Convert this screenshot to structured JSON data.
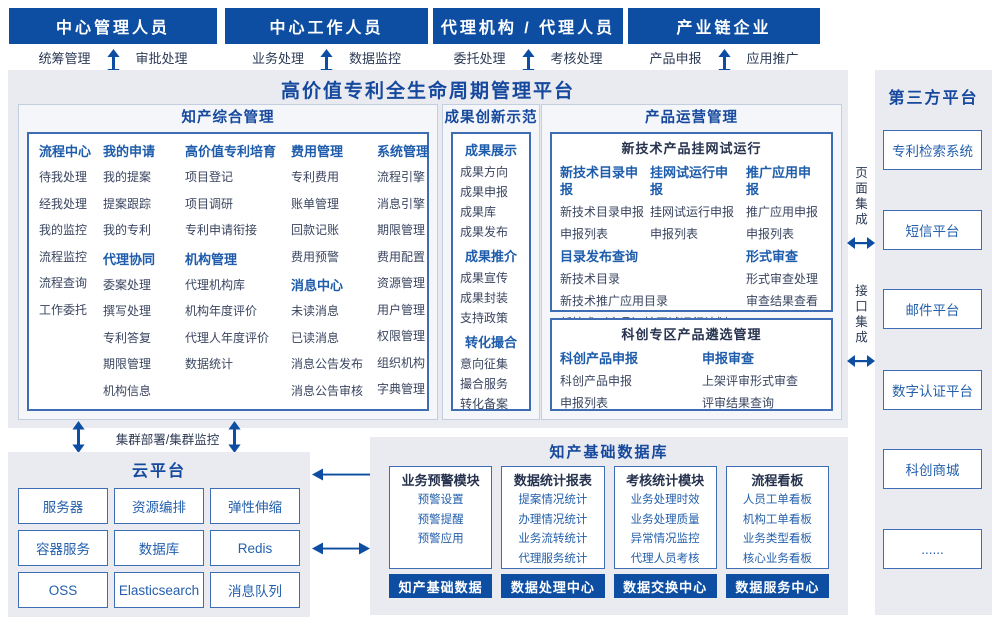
{
  "top_roles": [
    {
      "title": "中心管理人员",
      "left": "统筹管理",
      "right": "审批处理"
    },
    {
      "title": "中心工作人员",
      "left": "业务处理",
      "right": "数据监控"
    },
    {
      "title": "代理机构 / 代理人员",
      "left": "委托处理",
      "right": "考核处理"
    },
    {
      "title": "产业链企业",
      "left": "产品申报",
      "right": "应用推广"
    }
  ],
  "platform_title": "高价值专利全生命周期管理平台",
  "ip_management": {
    "title": "知产综合管理",
    "columns": [
      {
        "groups": [
          {
            "header": "流程中心",
            "items": [
              "待我处理",
              "经我处理",
              "我的监控",
              "流程监控",
              "流程查询",
              "工作委托"
            ]
          }
        ]
      },
      {
        "groups": [
          {
            "header": "我的申请",
            "items": [
              "我的提案",
              "提案跟踪",
              "我的专利"
            ]
          },
          {
            "header": "代理协同",
            "items": [
              "委案处理",
              "撰写处理",
              "专利答复",
              "期限管理",
              "机构信息"
            ]
          }
        ]
      },
      {
        "groups": [
          {
            "header": "高价值专利培育",
            "items": [
              "项目登记",
              "项目调研",
              "专利申请衔接"
            ]
          },
          {
            "header": "机构管理",
            "items": [
              "代理机构库",
              "机构年度评价",
              "代理人年度评价",
              "数据统计"
            ]
          }
        ]
      },
      {
        "groups": [
          {
            "header": "费用管理",
            "items": [
              "专利费用",
              "账单管理",
              "回款记账",
              "费用预警"
            ]
          },
          {
            "header": "消息中心",
            "items": [
              "未读消息",
              "已读消息",
              "消息公告发布",
              "消息公告审核"
            ]
          }
        ]
      },
      {
        "groups": [
          {
            "header": "系统管理",
            "items": [
              "流程引擎",
              "消息引擎",
              "期限管理",
              "费用配置",
              "资源管理",
              "用户管理",
              "权限管理",
              "组织机构",
              "字典管理"
            ]
          }
        ]
      }
    ]
  },
  "achievement": {
    "title": "成果创新示范",
    "groups": [
      {
        "header": "成果展示",
        "items": [
          "成果方向",
          "成果申报",
          "成果库",
          "成果发布"
        ]
      },
      {
        "header": "成果推介",
        "items": [
          "成果宣传",
          "成果封装",
          "支持政策"
        ]
      },
      {
        "header": "转化撮合",
        "items": [
          "意向征集",
          "撮合服务",
          "转化备案"
        ]
      }
    ]
  },
  "product_ops": {
    "title": "产品运营管理",
    "sub_boxes": [
      {
        "title": "新技术产品挂网试运行",
        "groups": [
          {
            "header": "新技术目录申报",
            "items": [
              "新技术目录申报",
              "申报列表"
            ],
            "area": "a"
          },
          {
            "header": "挂网试运行申报",
            "items": [
              "挂网试运行申报",
              "申报列表"
            ],
            "area": "b"
          },
          {
            "header": "推广应用申报",
            "items": [
              "推广应用申报",
              "申报列表"
            ],
            "area": "c"
          },
          {
            "header": "目录发布查询",
            "items": [
              "新技术目录",
              "新技术推广应用目录",
              "新技术（产品）挂网试运行计划"
            ],
            "area": "d",
            "inline": true
          },
          {
            "header": "形式审查",
            "items": [
              "形式审查处理",
              "审查结果查看"
            ],
            "area": "e"
          }
        ]
      },
      {
        "title": "科创专区产品遴选管理",
        "groups": [
          {
            "header": "科创产品申报",
            "items": [
              "科创产品申报",
              "申报列表"
            ]
          },
          {
            "header": "申报审查",
            "items": [
              "上架评审形式审查",
              "评审结果查询"
            ]
          }
        ]
      }
    ]
  },
  "third_party": {
    "title": "第三方平台",
    "items": [
      "专利检索系统",
      "短信平台",
      "邮件平台",
      "数字认证平台",
      "科创商城",
      "......"
    ],
    "integrations": [
      "页面集成",
      "接口集成"
    ]
  },
  "cluster_label": "集群部署/集群监控",
  "cloud": {
    "title": "云平台",
    "items": [
      "服务器",
      "资源编排",
      "弹性伸缩",
      "容器服务",
      "数据库",
      "Redis",
      "OSS",
      "Elasticsearch",
      "消息队列"
    ]
  },
  "data_base": {
    "title": "知产基础数据库",
    "modules": [
      {
        "header": "业务预警模块",
        "items": [
          "预警设置",
          "预警提醒",
          "预警应用"
        ],
        "bar": "知产基础数据"
      },
      {
        "header": "数据统计报表",
        "items": [
          "提案情况统计",
          "办理情况统计",
          "业务流转统计",
          "代理服务统计"
        ],
        "bar": "数据处理中心"
      },
      {
        "header": "考核统计模块",
        "items": [
          "业务处理时效",
          "业务处理质量",
          "异常情况监控",
          "代理人员考核"
        ],
        "bar": "数据交换中心"
      },
      {
        "header": "流程看板",
        "items": [
          "人员工单看板",
          "机构工单看板",
          "业务类型看板",
          "核心业务看板"
        ],
        "bar": "数据服务中心"
      }
    ]
  },
  "colors": {
    "primary_blue": "#0d4ea3",
    "title_navy": "#16499e",
    "group_header_blue": "#1e5cab",
    "item_dark": "#3a4560",
    "item_blue": "#2460ac",
    "box_border": "#3f6db3",
    "panel_gray": "#e9ebf0"
  }
}
